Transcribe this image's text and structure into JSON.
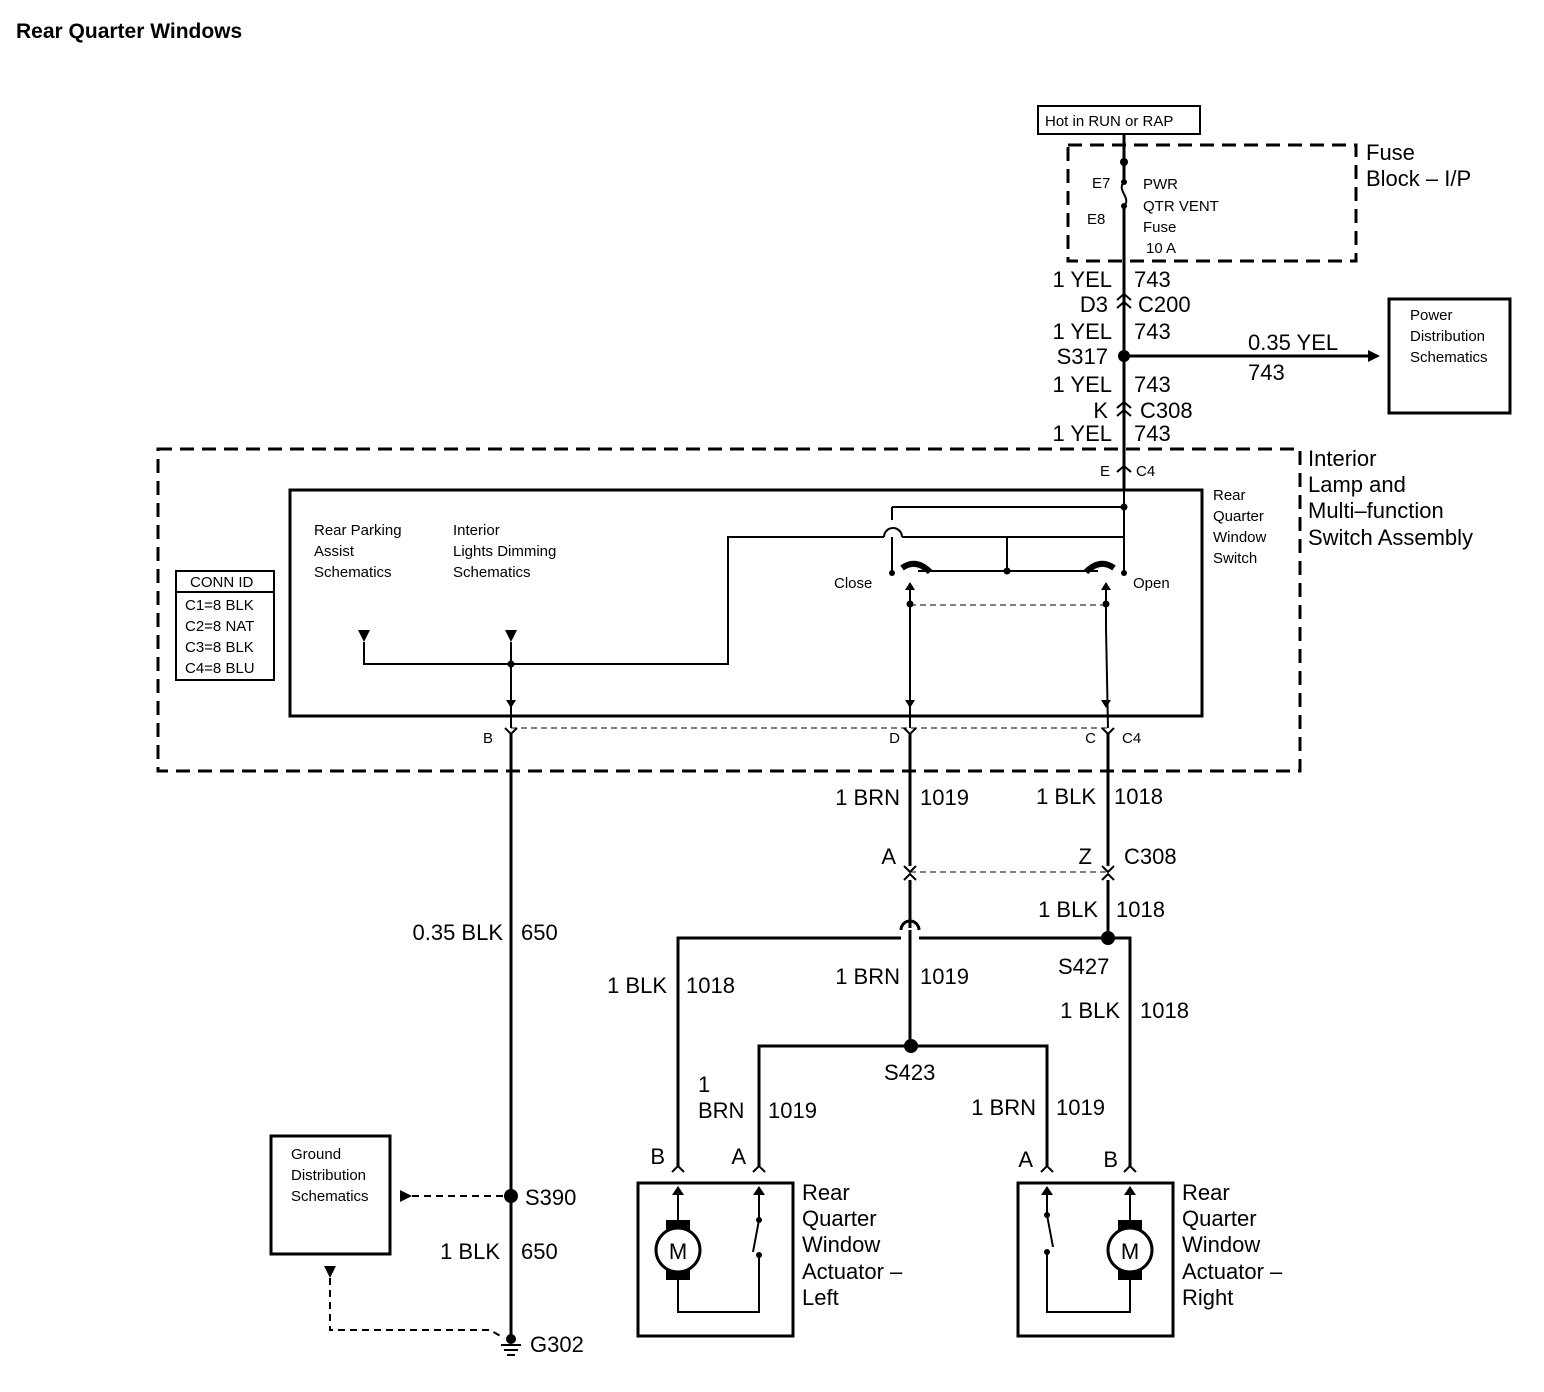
{
  "title": "Rear Quarter Windows",
  "hot_label": "Hot in RUN or RAP",
  "fuse_block": {
    "name_1": "Fuse",
    "name_2": "Block – I/P",
    "pin_top": "E7",
    "pin_bottom": "E8",
    "fuse_1": "PWR",
    "fuse_2": "QTR VENT",
    "fuse_3": "Fuse",
    "fuse_4": "10 A"
  },
  "feed": {
    "w1_gauge": "1 YEL",
    "w1_circuit": "743",
    "c200_pin": "D3",
    "c200": "C200",
    "w2_gauge": "1 YEL",
    "w2_circuit": "743",
    "splice": "S317",
    "w3_gauge": "1 YEL",
    "w3_circuit": "743",
    "c308_pin": "K",
    "c308": "C308",
    "w4_gauge": "1 YEL",
    "w4_circuit": "743",
    "c4_pin": "E",
    "c4": "C4"
  },
  "power_dist": {
    "line_1": "Power",
    "line_2": "Distribution",
    "line_3": "Schematics",
    "wire_gauge": "0.35 YEL",
    "wire_circuit": "743"
  },
  "assembly": {
    "name_1": "Interior",
    "name_2": "Lamp and",
    "name_3": "Multi–function",
    "name_4": "Switch Assembly",
    "switch_1": "Rear",
    "switch_2": "Quarter",
    "switch_3": "Window",
    "switch_4": "Switch",
    "close": "Close",
    "open": "Open",
    "rpa_1": "Rear Parking",
    "rpa_2": "Assist",
    "rpa_3": "Schematics",
    "ild_1": "Interior",
    "ild_2": "Lights Dimming",
    "ild_3": "Schematics",
    "pin_b": "B",
    "pin_d": "D",
    "pin_c": "C",
    "conn": "C4"
  },
  "conn_id": {
    "title": "CONN ID",
    "rows": [
      "C1=8 BLK",
      "C2=8 NAT",
      "C3=8 BLK",
      "C4=8 BLU"
    ]
  },
  "circuits": {
    "brn_a_gauge": "1 BRN",
    "brn_a_circuit": "1019",
    "blk_a_gauge": "1 BLK",
    "blk_a_circuit": "1018",
    "c308_pin_a": "A",
    "c308_pin_z": "Z",
    "c308": "C308",
    "blk_b_gauge": "1 BLK",
    "blk_b_circuit": "1018",
    "splice_s427": "S427",
    "blk_left_gauge": "1 BLK",
    "blk_left_circuit": "1018",
    "brn_mid_gauge": "1 BRN",
    "brn_mid_circuit": "1019",
    "blk_right_gauge": "1 BLK",
    "blk_right_circuit": "1018",
    "splice_s423": "S423",
    "brn_left_gauge_1": "1",
    "brn_left_gauge_2": "BRN",
    "brn_left_circuit": "1019",
    "brn_right_gauge": "1 BRN",
    "brn_right_circuit": "1019"
  },
  "ground": {
    "wire1_gauge": "0.35 BLK",
    "wire1_circuit": "650",
    "splice": "S390",
    "wire2_gauge": "1 BLK",
    "wire2_circuit": "650",
    "point": "G302",
    "dist_1": "Ground",
    "dist_2": "Distribution",
    "dist_3": "Schematics"
  },
  "actuator_left": {
    "pin_b": "B",
    "pin_a": "A",
    "motor": "M",
    "name_1": "Rear",
    "name_2": "Quarter",
    "name_3": "Window",
    "name_4": "Actuator –",
    "name_5": "Left"
  },
  "actuator_right": {
    "pin_a": "A",
    "pin_b": "B",
    "motor": "M",
    "name_1": "Rear",
    "name_2": "Quarter",
    "name_3": "Window",
    "name_4": "Actuator –",
    "name_5": "Right"
  }
}
